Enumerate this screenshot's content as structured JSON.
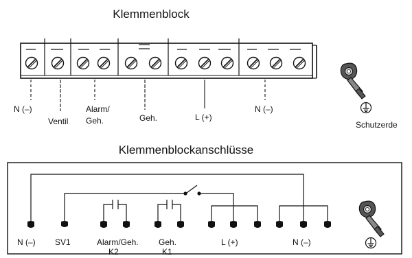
{
  "top": {
    "title": "Klemmenblock",
    "labels": {
      "n_minus_1": "N (–)",
      "ventil": "Ventil",
      "alarm_line1": "Alarm/",
      "alarm_line2": "Geh.",
      "geh": "Geh.",
      "l_plus": "L (+)",
      "n_minus_2": "N (–)",
      "schutzerde": "Schutzerde"
    }
  },
  "bottom": {
    "title": "Klemmenblockanschlüsse",
    "labels": {
      "n_minus_1": "N (–)",
      "sv1": "SV1",
      "alarm_line1": "Alarm/Geh.",
      "alarm_line2": "K2",
      "geh_line1": "Geh.",
      "geh_line2": "K1",
      "l_plus": "L (+)",
      "n_minus_2": "N (–)"
    }
  },
  "colors": {
    "line": "#111111",
    "background": "#ffffff"
  },
  "icons": [
    "terminal-screw-icon",
    "ring-lug-icon",
    "ground-symbol-icon"
  ]
}
